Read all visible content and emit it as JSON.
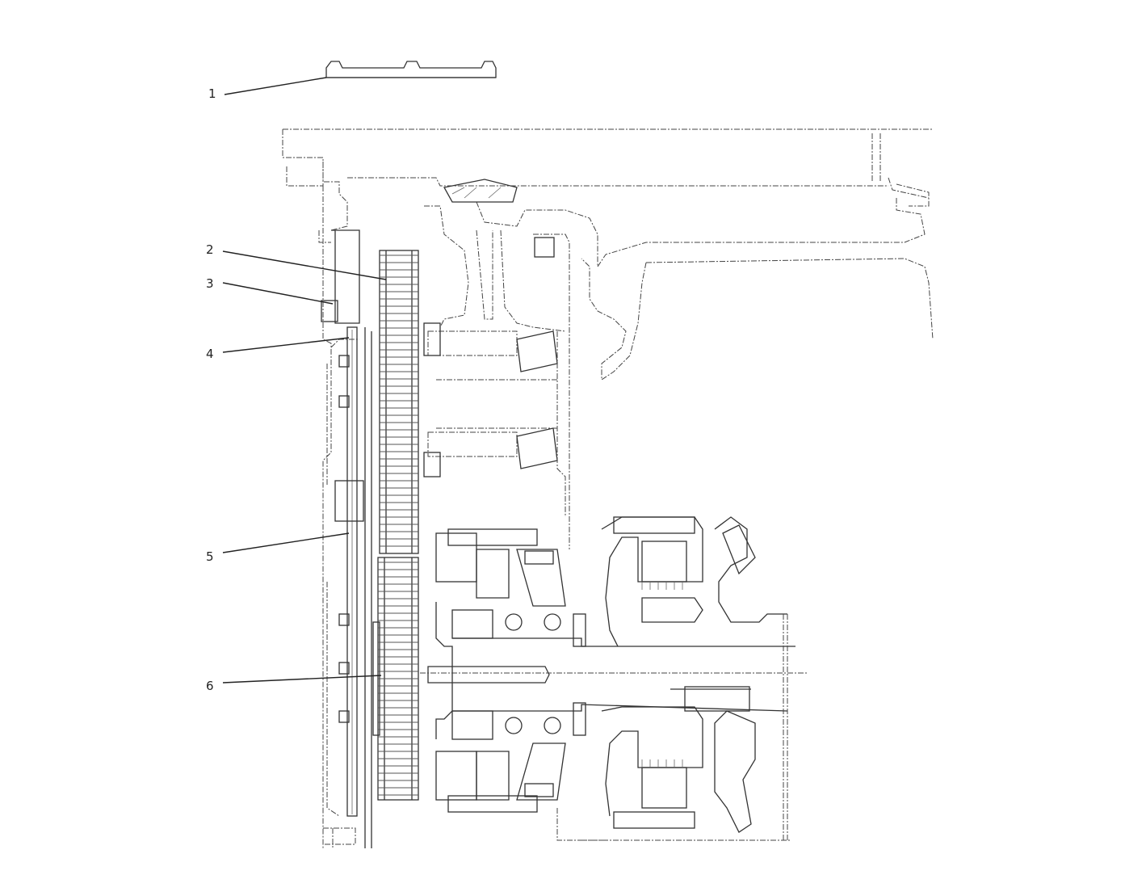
{
  "callouts": [
    {
      "id": "1",
      "label": "1"
    },
    {
      "id": "2",
      "label": "2"
    },
    {
      "id": "3",
      "label": "3"
    },
    {
      "id": "4",
      "label": "4"
    },
    {
      "id": "5",
      "label": "5"
    },
    {
      "id": "6",
      "label": "6"
    }
  ],
  "colors": {
    "line": "#333333",
    "background": "#ffffff"
  }
}
